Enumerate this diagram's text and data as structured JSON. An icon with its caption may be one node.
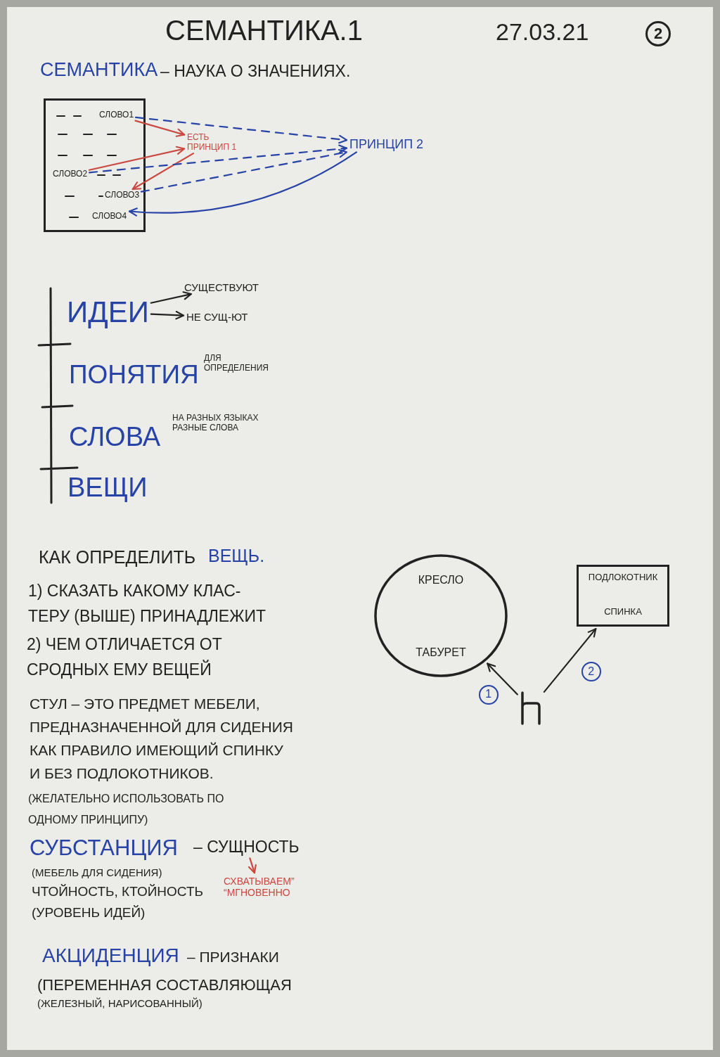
{
  "diagram": {
    "title": "СЕМАНТИКА.1",
    "nodes": [
      {
        "text": [],
        "shape": "box"
      },
      {
        "text": [
          "СЛОВО1"
        ],
        "in": 0
      },
      {
        "text": [
          "СЛОВО2"
        ],
        "in": 0
      },
      {
        "text": [
          "СЛОВО3"
        ],
        "in": 0
      },
      {
        "text": [
          "СЛОВО4"
        ],
        "in": 0
      },
      {
        "text": [
          "ЕСТЬ ПРИНЦИП 1"
        ]
      },
      {
        "text": [
          "ПРИНЦИП 2"
        ]
      },
      {
        "text": [
          "ИДЕИ"
        ]
      },
      {
        "text": [
          "СУЩЕСТВУЮТ"
        ]
      },
      {
        "text": [
          "НЕ СУЩ-ЮТ"
        ]
      },
      {
        "text": [
          "КРЕСЛО",
          "ТАБУРЕТ"
        ]
      },
      {
        "text": [
          "ПОДЛОКОТНИК",
          "СПИНКА"
        ]
      },
      {
        "text": [],
        "shape": "picture"
      },
      {
        "text": [
          "– СУЩНОСТЬ"
        ]
      },
      {
        "text": [
          "СХВАТЫВАЕМ” “МГНОВЕННО"
        ]
      }
    ],
    "edges": [
      {
        "from": 1,
        "to": 5,
        "arrow": "to",
        "color": "#c9483f"
      },
      {
        "from": 2,
        "to": 5,
        "arrow": "to",
        "color": "#c9483f"
      },
      {
        "from": 5,
        "to": 3,
        "arrow": "to",
        "color": "#c9483f"
      },
      {
        "from": 1,
        "to": 6,
        "arrow": "to",
        "style": "dashed",
        "color": "#2743a6"
      },
      {
        "from": 2,
        "to": 6,
        "arrow": "to",
        "style": "dashed",
        "color": "#2743a6"
      },
      {
        "from": 3,
        "to": 6,
        "arrow": "to",
        "style": "dashed",
        "color": "#2743a6"
      },
      {
        "from": 6,
        "to": 4,
        "arrow": "to",
        "color": "#2743a6"
      },
      {
        "from": 7,
        "to": 8,
        "arrow": "to",
        "color": "#222222"
      },
      {
        "from": 7,
        "to": 9,
        "arrow": "to",
        "color": "#222222"
      },
      {
        "from": 12,
        "to": 10,
        "arrow": "to",
        "label": "1",
        "color": "#222222"
      },
      {
        "from": 12,
        "to": 11,
        "arrow": "to",
        "label": "2",
        "color": "#222222"
      },
      {
        "from": 13,
        "to": 14,
        "arrow": "to",
        "color": "#c9483f"
      }
    ],
    "labels": [
      "27.03.21",
      "2",
      "СЕМАНТИКА",
      "– НАУКА О ЗНАЧЕНИЯХ.",
      "ПОНЯТИЯ",
      "ДЛЯ ОПРЕДЕЛЕНИЯ",
      "СЛОВА",
      "НА РАЗНЫХ ЯЗЫКАХ РАЗНЫЕ СЛОВА",
      "ВЕЩИ",
      "КАК ОПРЕДЕЛИТЬ",
      "ВЕЩЬ.",
      "1) СКАЗАТЬ КАКОМУ КЛАС- ТЕРУ (ВЫШЕ) ПРИНАДЛЕЖИТ",
      "2) ЧЕМ ОТЛИЧАЕТСЯ ОТ СРОДНЫХ ЕМУ ВЕЩЕЙ",
      "СТУЛ – ЭТО ПРЕДМЕТ МЕБЕЛИ, ПРЕДНАЗНАЧЕННОЙ ДЛЯ СИДЕНИЯ КАК ПРАВИЛО ИМЕЮЩИЙ СПИНКУ И БЕЗ ПОДЛОКОТНИКОВ.",
      "(ЖЕЛАТЕЛЬНО ИСПОЛЬЗОВАТЬ ПО ОДНОМУ ПРИНЦИПУ)",
      "СУБСТАНЦИЯ",
      "(МЕБЕЛЬ ДЛЯ СИДЕНИЯ)",
      "ЧТОЙНОСТЬ, КТОЙНОСТЬ",
      "(УРОВЕНЬ ИДЕЙ)",
      "АКЦИДЕНЦИЯ",
      "– ПРИЗНАКИ",
      "(ПЕРЕМЕННАЯ СОСТАВЛЯЮЩАЯ",
      "(ЖЕЛЕЗНЫЙ, НАРИСОВАННЫЙ)"
    ]
  }
}
